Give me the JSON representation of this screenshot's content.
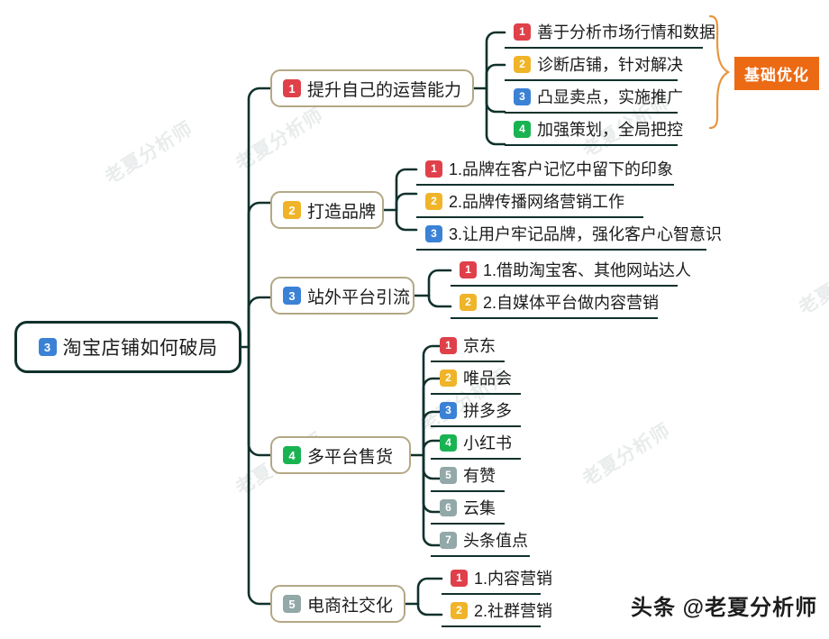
{
  "root": {
    "badge": "3",
    "badge_color": "#3b82d6",
    "label": "淘宝店铺如何破局"
  },
  "group_label": {
    "text": "基础优化",
    "color": "#ec6a14"
  },
  "footer": {
    "text": "头条 @老夏分析师"
  },
  "watermark": {
    "text": "老夏分析师"
  },
  "colors": {
    "red": "#e0404a",
    "amber": "#f0b429",
    "blue": "#3b82d6",
    "green": "#19b352",
    "gray": "#93a8a8",
    "node_border": "#b3a886",
    "root_border": "#10312c",
    "wire": "#10312c",
    "brace": "#e8963f"
  },
  "branches": [
    {
      "badge": "1",
      "badge_color": "#e0404a",
      "label": "提升自己的运营能力",
      "leaves": [
        {
          "badge": "1",
          "badge_color": "#e0404a",
          "label": "善于分析市场行情和数据"
        },
        {
          "badge": "2",
          "badge_color": "#f0b429",
          "label": "诊断店铺，针对解决"
        },
        {
          "badge": "3",
          "badge_color": "#3b82d6",
          "label": "凸显卖点，实施推广"
        },
        {
          "badge": "4",
          "badge_color": "#19b352",
          "label": "加强策划，全局把控"
        }
      ]
    },
    {
      "badge": "2",
      "badge_color": "#f0b429",
      "label": "打造品牌",
      "leaves": [
        {
          "badge": "1",
          "badge_color": "#e0404a",
          "label": "1.品牌在客户记忆中留下的印象"
        },
        {
          "badge": "2",
          "badge_color": "#f0b429",
          "label": "2.品牌传播网络营销工作"
        },
        {
          "badge": "3",
          "badge_color": "#3b82d6",
          "label": "3.让用户牢记品牌，强化客户心智意识"
        }
      ]
    },
    {
      "badge": "3",
      "badge_color": "#3b82d6",
      "label": "站外平台引流",
      "leaves": [
        {
          "badge": "1",
          "badge_color": "#e0404a",
          "label": "1.借助淘宝客、其他网站达人"
        },
        {
          "badge": "2",
          "badge_color": "#f0b429",
          "label": "2.自媒体平台做内容营销"
        }
      ]
    },
    {
      "badge": "4",
      "badge_color": "#19b352",
      "label": "多平台售货",
      "leaves": [
        {
          "badge": "1",
          "badge_color": "#e0404a",
          "label": "京东"
        },
        {
          "badge": "2",
          "badge_color": "#f0b429",
          "label": "唯品会"
        },
        {
          "badge": "3",
          "badge_color": "#3b82d6",
          "label": "拼多多"
        },
        {
          "badge": "4",
          "badge_color": "#19b352",
          "label": "小红书"
        },
        {
          "badge": "5",
          "badge_color": "#93a8a8",
          "label": "有赞"
        },
        {
          "badge": "6",
          "badge_color": "#93a8a8",
          "label": "云集"
        },
        {
          "badge": "7",
          "badge_color": "#93a8a8",
          "label": "头条值点"
        }
      ]
    },
    {
      "badge": "5",
      "badge_color": "#93a8a8",
      "label": "电商社交化",
      "leaves": [
        {
          "badge": "1",
          "badge_color": "#e0404a",
          "label": "1.内容营销"
        },
        {
          "badge": "2",
          "badge_color": "#f0b429",
          "label": "2.社群营销"
        }
      ]
    }
  ]
}
